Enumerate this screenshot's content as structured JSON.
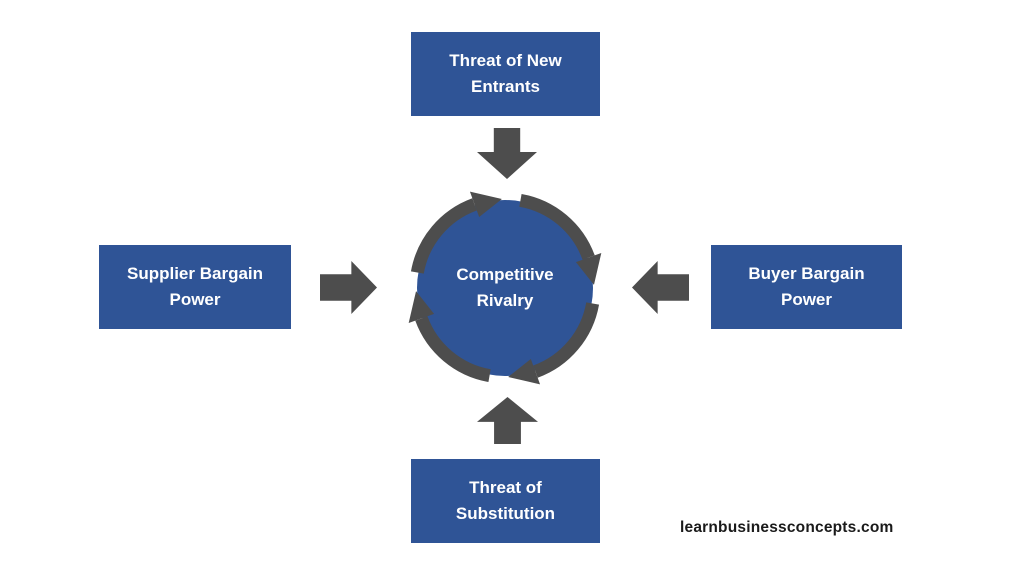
{
  "diagram": {
    "type": "five-forces-cycle",
    "center": {
      "label": "Competitive Rivalry"
    },
    "boxes": {
      "top": {
        "label": "Threat of New Entrants"
      },
      "left": {
        "label": "Supplier Bargain Power"
      },
      "right": {
        "label": "Buyer Bargain Power"
      },
      "bottom": {
        "label": "Threat of Substitution"
      }
    },
    "arrows": {
      "top_to_center": "down",
      "left_to_center": "right",
      "right_to_center": "left",
      "bottom_to_center": "up",
      "ring_direction": "clockwise"
    },
    "colors": {
      "box_fill": "#2F5496",
      "arrow": "#4D4D4D",
      "label_text": "#FFFFFF",
      "background": "#FFFFFF",
      "watermark_color": "#1A1A1A"
    },
    "watermark": "learnbusinessconcepts.com"
  }
}
